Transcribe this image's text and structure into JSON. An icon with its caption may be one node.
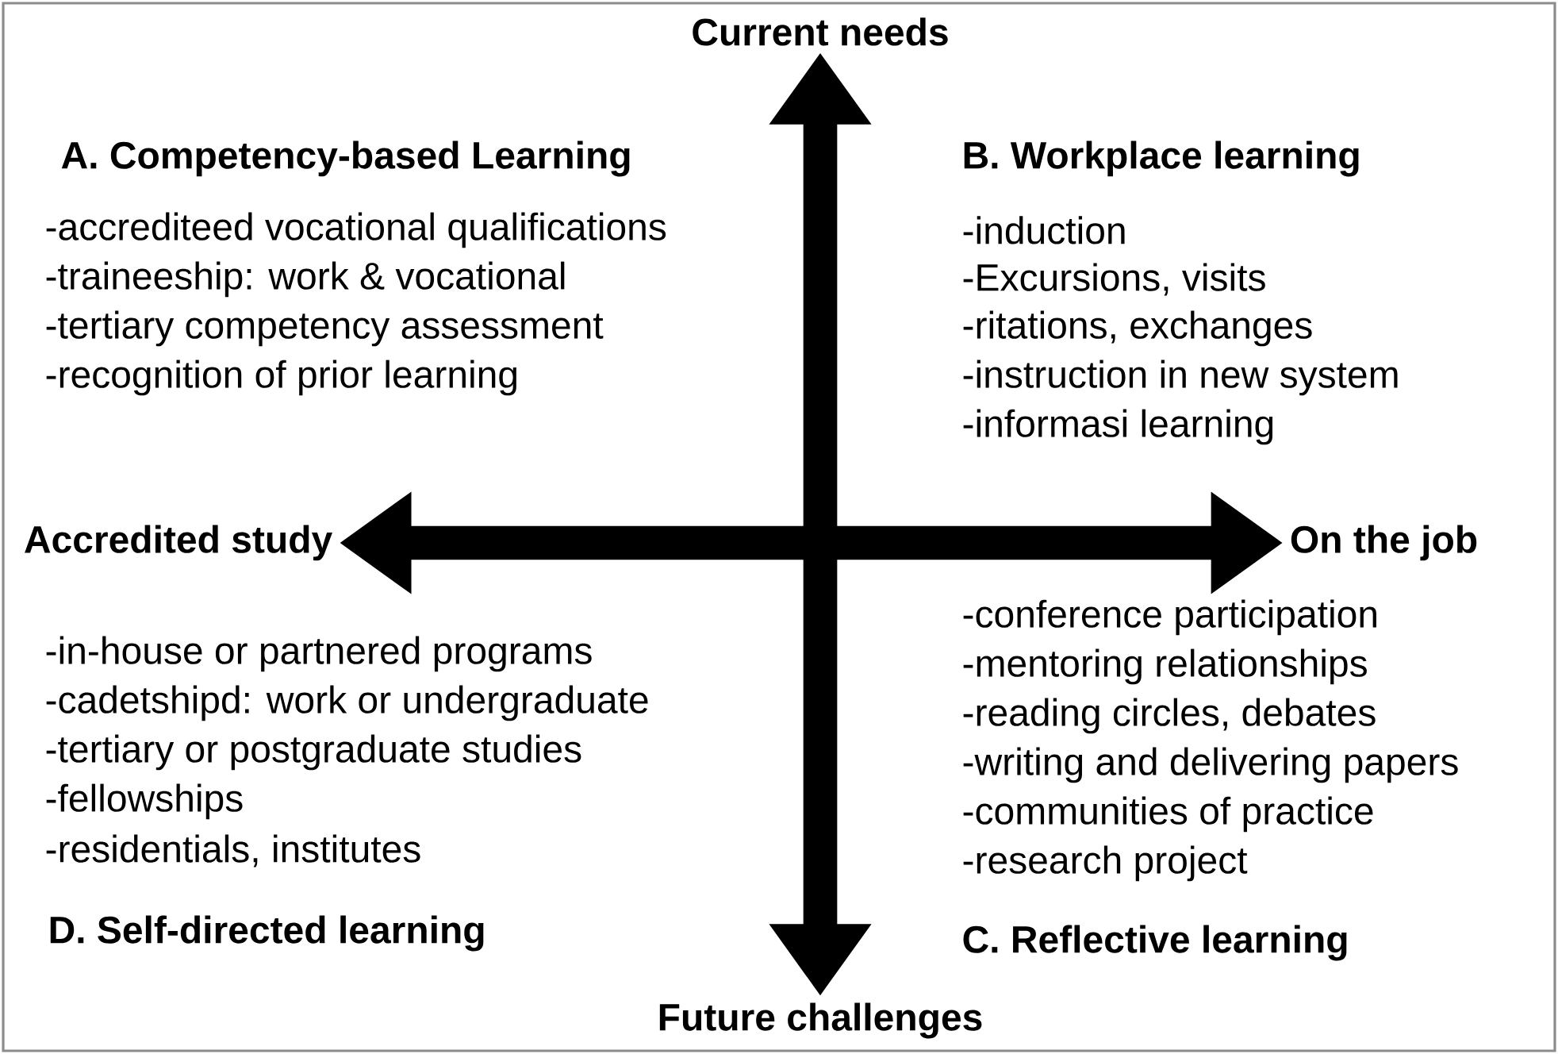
{
  "diagram": {
    "nodes": [
      {
        "text": [
          "Current needs"
        ]
      },
      {
        "text": [
          "Accredited study"
        ]
      },
      {
        "text": [
          "On the job"
        ]
      },
      {
        "text": [
          "Future challenges"
        ]
      }
    ],
    "edges": [
      {
        "from": 3,
        "to": 0,
        "arrow": "both"
      },
      {
        "from": 1,
        "to": 2,
        "arrow": "both"
      }
    ],
    "labels": [
      "A. Competency-based Learning",
      "-accrediteed vocational qualifications",
      "-traineeship: work & vocational",
      "-tertiary competency assessment",
      "-recognition of prior learning",
      "B. Workplace learning",
      "-induction",
      "-Excursions, visits",
      "-ritations, exchanges",
      "-instruction in new system",
      "-informasi learning",
      "-in-house or partnered programs",
      "-cadetshipd: work or undergraduate",
      "-tertiary or postgraduate studies",
      "-fellowships",
      "-residentials, institutes",
      "-conference participation",
      "-mentoring relationships",
      "-reading circles, debates",
      "-writing and delivering papers",
      "-communities of practice",
      "-research project",
      "D. Self-directed learning",
      "C. Reflective learning"
    ]
  }
}
